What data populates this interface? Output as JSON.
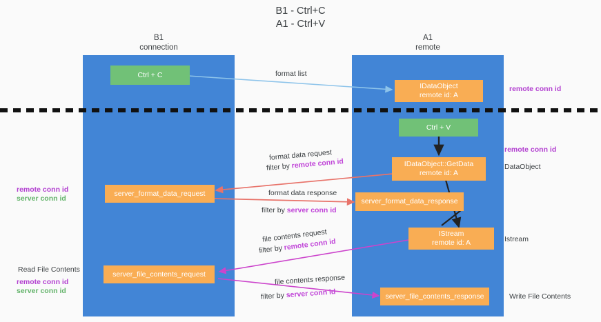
{
  "title": "B1 - Ctrl+C\nA1 - Ctrl+V",
  "colors": {
    "lane": "#4285d6",
    "node_orange": "#f9ad54",
    "node_green": "#71c177",
    "purple": "#b23fd0",
    "green_text": "#63b36a",
    "edge_blue": "#8ec4ea",
    "edge_red": "#e8736a",
    "edge_magenta": "#cc44cc",
    "edge_black": "#222222",
    "background": "#fafafa"
  },
  "columns": [
    {
      "id": "b1",
      "heading": "B1\nconnection"
    },
    {
      "id": "a1",
      "heading": "A1\nremote"
    }
  ],
  "nodes": [
    {
      "id": "ctrl-c",
      "label": "Ctrl + C",
      "kind": "green",
      "column": "b1"
    },
    {
      "id": "idataobject-register",
      "label": "IDataObject\nremote id: A",
      "kind": "orange",
      "column": "a1"
    },
    {
      "id": "ctrl-v",
      "label": "Ctrl + V",
      "kind": "green",
      "column": "a1"
    },
    {
      "id": "idataobject-getdata",
      "label": "IDataObject::GetData\nremote id: A",
      "kind": "orange",
      "column": "a1"
    },
    {
      "id": "server-format-data-request",
      "label": "server_format_data_request",
      "kind": "orange",
      "column": "b1"
    },
    {
      "id": "server-format-data-response",
      "label": "server_format_data_response",
      "kind": "orange",
      "column": "a1"
    },
    {
      "id": "istream",
      "label": "IStream\nremote id: A",
      "kind": "orange",
      "column": "a1"
    },
    {
      "id": "server-file-contents-request",
      "label": "server_file_contents_request",
      "kind": "orange",
      "column": "b1"
    },
    {
      "id": "server-file-contents-response",
      "label": "server_file_contents_response",
      "kind": "orange",
      "column": "a1"
    }
  ],
  "edge_labels": {
    "format_list": "format list",
    "format_data_request": "format data request",
    "format_data_request_filter_prefix": "filter by ",
    "format_data_request_filter_key": "remote conn id",
    "format_data_response": "format data response",
    "format_data_response_filter_prefix": "filter by ",
    "format_data_response_filter_key": "server conn id",
    "file_contents_request": "file contents request",
    "file_contents_request_filter_prefix": "filter by ",
    "file_contents_request_filter_key": "remote conn id",
    "file_contents_response": "file contents response",
    "file_contents_response_filter_prefix": "filter by ",
    "file_contents_response_filter_key": "server conn id"
  },
  "annotations": {
    "right_remote_conn_id_top": "remote conn id",
    "right_remote_conn_id_mid": "remote conn id",
    "right_dataobject": "DataObject",
    "right_istream": "Istream",
    "right_write_file_contents": "Write File Contents",
    "left_remote_conn_id": "remote conn id",
    "left_server_conn_id": "server conn id",
    "left_read_file_contents": "Read File Contents",
    "left_bottom_remote_conn_id": "remote conn id",
    "left_bottom_server_conn_id": "server conn id"
  }
}
